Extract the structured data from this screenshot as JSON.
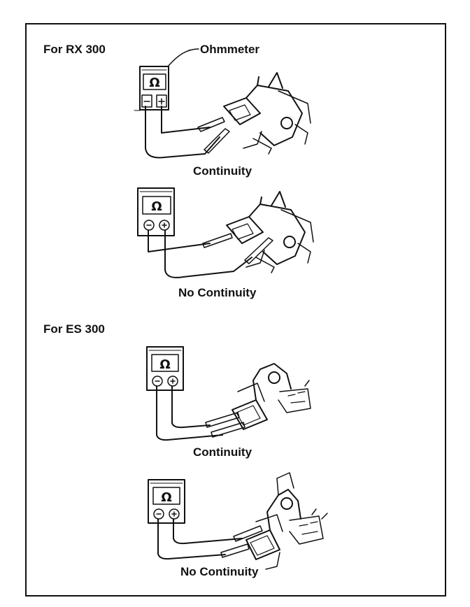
{
  "sections": [
    {
      "title": "For RX 300"
    },
    {
      "title": "For ES 300"
    }
  ],
  "callout": {
    "ohmmeter": "Ohmmeter"
  },
  "meter_symbol": "Ω",
  "captions": {
    "rx_continuity": "Continuity",
    "rx_no_continuity": "No Continuity",
    "es_continuity": "Continuity",
    "es_no_continuity": "No Continuity"
  },
  "colors": {
    "ink": "#111111",
    "background": "#ffffff"
  }
}
